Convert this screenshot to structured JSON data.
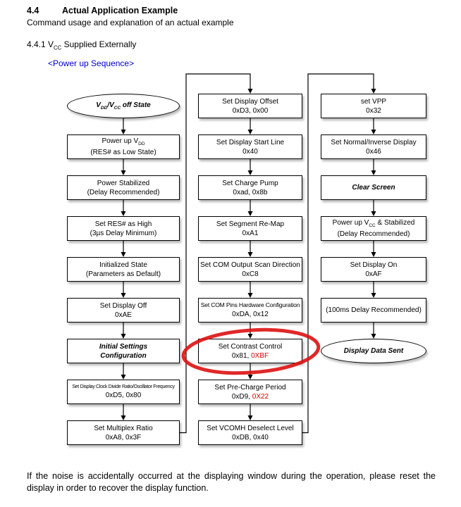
{
  "colors": {
    "link_blue": "#0000cc",
    "highlight_red": "#dd0000"
  },
  "header": {
    "section_number": "4.4",
    "section_title": "Actual Application Example",
    "description": "Command usage and explanation of an actual example",
    "subsection": [
      {
        "t": "4.4.1 V"
      },
      {
        "t": "CC",
        "sub": true
      },
      {
        "t": " Supplied Externally"
      }
    ],
    "sequence_label": "<Power up Sequence>"
  },
  "flowchart": {
    "columns": [
      {
        "nodes": [
          {
            "shape": "ellipse",
            "emph": true,
            "lines": [
              {
                "seg": [
                  {
                    "t": "V"
                  },
                  {
                    "t": "DD",
                    "sub": true
                  },
                  {
                    "t": "/V"
                  },
                  {
                    "t": "CC",
                    "sub": true
                  },
                  {
                    "t": " off State"
                  }
                ]
              }
            ]
          },
          {
            "shape": "rect",
            "lines": [
              {
                "seg": [
                  {
                    "t": "Power up V"
                  },
                  {
                    "t": "DD",
                    "sub": true
                  }
                ]
              },
              {
                "seg": [
                  {
                    "t": "(RES# as Low State)"
                  }
                ]
              }
            ]
          },
          {
            "shape": "rect",
            "lines": [
              {
                "seg": [
                  {
                    "t": "Power Stabilized"
                  }
                ]
              },
              {
                "seg": [
                  {
                    "t": "(Delay Recommended)"
                  }
                ]
              }
            ]
          },
          {
            "shape": "rect",
            "lines": [
              {
                "seg": [
                  {
                    "t": "Set RES# as High"
                  }
                ]
              },
              {
                "seg": [
                  {
                    "t": "(3µs Delay Minimum)"
                  }
                ]
              }
            ]
          },
          {
            "shape": "rect",
            "lines": [
              {
                "seg": [
                  {
                    "t": "Initialized State"
                  }
                ]
              },
              {
                "seg": [
                  {
                    "t": "(Parameters as Default)"
                  }
                ]
              }
            ]
          },
          {
            "shape": "rect",
            "lines": [
              {
                "seg": [
                  {
                    "t": "Set Display Off"
                  }
                ]
              },
              {
                "seg": [
                  {
                    "t": "0xAE"
                  }
                ]
              }
            ]
          },
          {
            "shape": "rect",
            "emph": true,
            "lines": [
              {
                "seg": [
                  {
                    "t": "Initial Settings"
                  }
                ]
              },
              {
                "seg": [
                  {
                    "t": "Configuration"
                  }
                ]
              }
            ]
          },
          {
            "shape": "rect",
            "lines": [
              {
                "small": true,
                "seg": [
                  {
                    "t": "Set Display Clock Divide Ratio/Oscillator Frequency"
                  }
                ]
              },
              {
                "seg": [
                  {
                    "t": "0xD5, 0x80"
                  }
                ]
              }
            ]
          },
          {
            "shape": "rect",
            "lines": [
              {
                "seg": [
                  {
                    "t": "Set Multiplex Ratio"
                  }
                ]
              },
              {
                "seg": [
                  {
                    "t": "0xA8, 0x3F"
                  }
                ]
              }
            ]
          }
        ]
      },
      {
        "nodes": [
          {
            "shape": "rect",
            "lines": [
              {
                "seg": [
                  {
                    "t": "Set Display Offset"
                  }
                ]
              },
              {
                "seg": [
                  {
                    "t": "0xD3, 0x00"
                  }
                ]
              }
            ]
          },
          {
            "shape": "rect",
            "lines": [
              {
                "seg": [
                  {
                    "t": "Set Display Start Line"
                  }
                ]
              },
              {
                "seg": [
                  {
                    "t": "0x40"
                  }
                ]
              }
            ]
          },
          {
            "shape": "rect",
            "lines": [
              {
                "seg": [
                  {
                    "t": "Set Charge Pump"
                  }
                ]
              },
              {
                "seg": [
                  {
                    "t": "0xad, 0x8b"
                  }
                ]
              }
            ]
          },
          {
            "shape": "rect",
            "lines": [
              {
                "seg": [
                  {
                    "t": "Set Segment Re-Map"
                  }
                ]
              },
              {
                "seg": [
                  {
                    "t": "0xA1"
                  }
                ]
              }
            ]
          },
          {
            "shape": "rect",
            "lines": [
              {
                "seg": [
                  {
                    "t": "Set COM Output Scan Direction"
                  }
                ]
              },
              {
                "seg": [
                  {
                    "t": "0xC8"
                  }
                ]
              }
            ]
          },
          {
            "shape": "rect",
            "lines": [
              {
                "mid": true,
                "seg": [
                  {
                    "t": "Set COM Pins Hardware Configuration"
                  }
                ]
              },
              {
                "seg": [
                  {
                    "t": "0xDA, 0x12"
                  }
                ]
              }
            ]
          },
          {
            "shape": "rect",
            "lines": [
              {
                "seg": [
                  {
                    "t": "Set Contrast Control"
                  }
                ]
              },
              {
                "seg": [
                  {
                    "t": "0x81, "
                  },
                  {
                    "t": "0XBF",
                    "red": true
                  }
                ]
              }
            ]
          },
          {
            "shape": "rect",
            "lines": [
              {
                "seg": [
                  {
                    "t": "Set Pre-Charge Period"
                  }
                ]
              },
              {
                "seg": [
                  {
                    "t": "0xD9, "
                  },
                  {
                    "t": "0X22",
                    "red": true
                  }
                ]
              }
            ]
          },
          {
            "shape": "rect",
            "lines": [
              {
                "seg": [
                  {
                    "t": "Set VCOMH Deselect Level"
                  }
                ]
              },
              {
                "seg": [
                  {
                    "t": "0xDB, 0x40"
                  }
                ]
              }
            ]
          }
        ]
      },
      {
        "nodes": [
          {
            "shape": "rect",
            "lines": [
              {
                "seg": [
                  {
                    "t": "set VPP"
                  }
                ]
              },
              {
                "seg": [
                  {
                    "t": "0x32"
                  }
                ]
              }
            ]
          },
          {
            "shape": "rect",
            "lines": [
              {
                "seg": [
                  {
                    "t": "Set Normal/Inverse Display"
                  }
                ]
              },
              {
                "seg": [
                  {
                    "t": "0x46"
                  }
                ]
              }
            ]
          },
          {
            "shape": "rect",
            "emph": true,
            "lines": [
              {
                "seg": [
                  {
                    "t": "Clear Screen"
                  }
                ]
              }
            ]
          },
          {
            "shape": "rect",
            "lines": [
              {
                "seg": [
                  {
                    "t": "Power up V"
                  },
                  {
                    "t": "CC",
                    "sub": true
                  },
                  {
                    "t": " & Stabilized"
                  }
                ]
              },
              {
                "seg": [
                  {
                    "t": "(Delay Recommended)"
                  }
                ]
              }
            ]
          },
          {
            "shape": "rect",
            "lines": [
              {
                "seg": [
                  {
                    "t": "Set Display On"
                  }
                ]
              },
              {
                "seg": [
                  {
                    "t": "0xAF"
                  }
                ]
              }
            ]
          },
          {
            "shape": "rect",
            "lines": [
              {
                "seg": [
                  {
                    "t": "(100ms Delay Recommended)"
                  }
                ]
              }
            ]
          },
          {
            "shape": "ellipse",
            "emph": true,
            "lines": [
              {
                "seg": [
                  {
                    "t": "Display Data Sent"
                  }
                ]
              }
            ]
          }
        ]
      }
    ]
  },
  "footer": {
    "note": "If the noise is accidentally occurred at the displaying window during the operation, please reset the display in order to recover the display function."
  }
}
